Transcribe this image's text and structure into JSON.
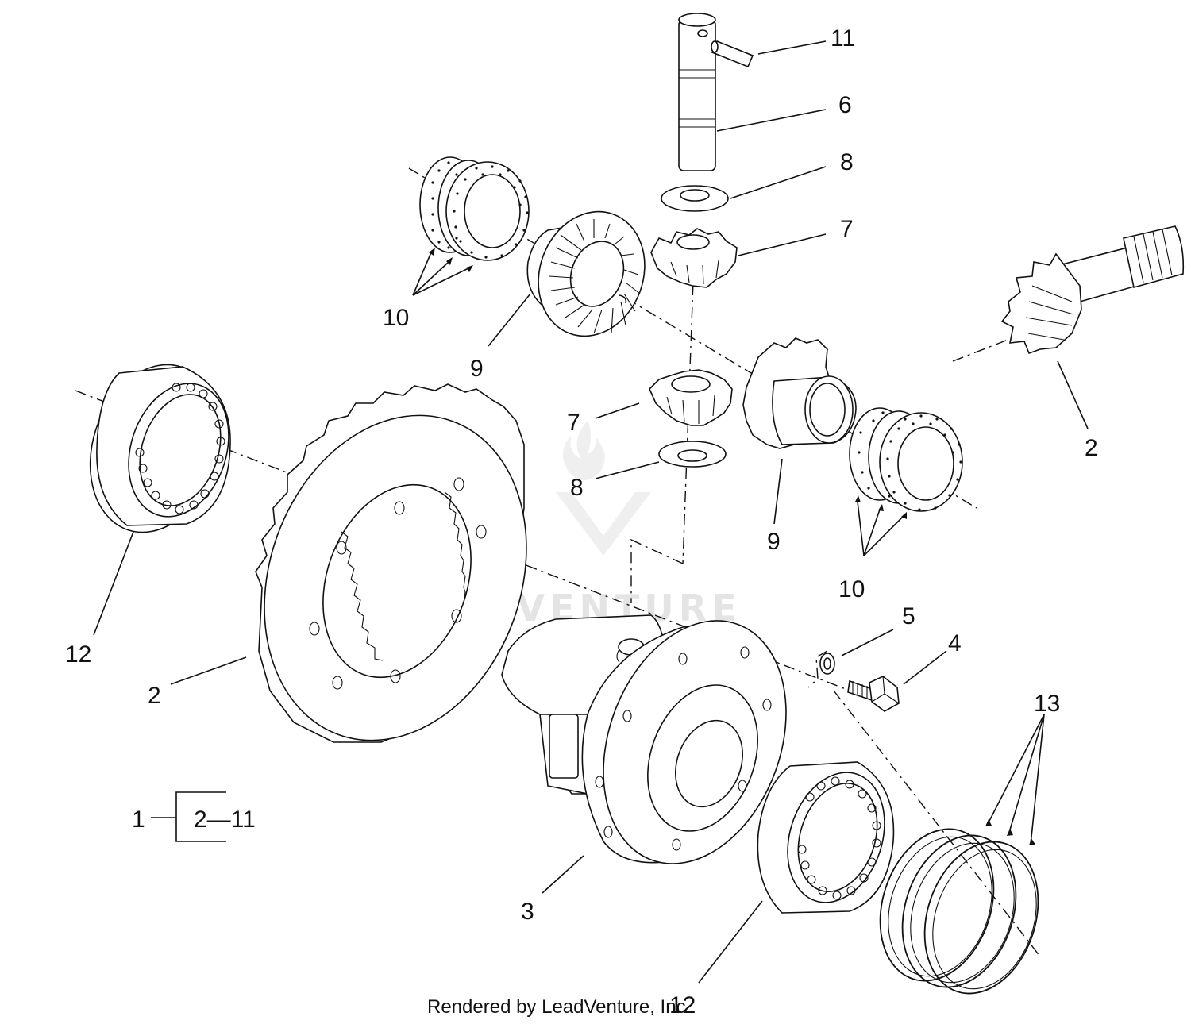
{
  "watermark": "LEADVENTURE",
  "credit": "Rendered by LeadVenture, Inc.",
  "credit_number": "12",
  "labels": {
    "p11": "11",
    "p6": "6",
    "p8_top": "8",
    "p7_top": "7",
    "p10_top": "10",
    "p9_top": "9",
    "p2_pinion": "2",
    "p7_mid": "7",
    "p8_mid": "8",
    "p9_right": "9",
    "p10_right": "10",
    "p12_left": "12",
    "p2_ring": "2",
    "p5": "5",
    "p4": "4",
    "p13": "13",
    "p3": "3",
    "p1": "1",
    "p_range": "2—11"
  },
  "colors": {
    "line": "#111111",
    "background": "#ffffff",
    "watermark": "#e4e4e4"
  }
}
